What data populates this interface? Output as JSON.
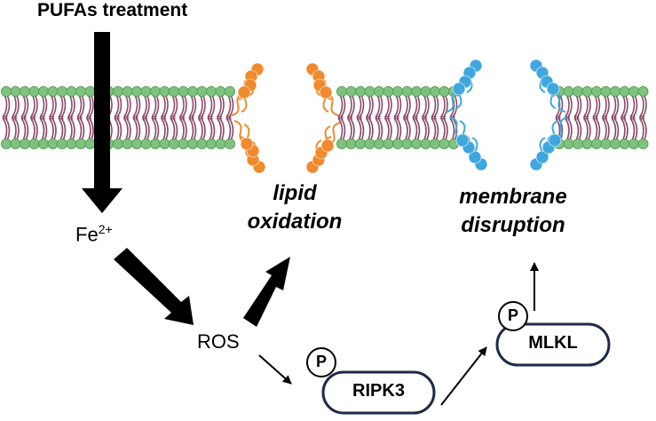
{
  "diagram": {
    "treatment_label": "PUFAs treatment",
    "iron_label": "Fe",
    "iron_charge": "2+",
    "ros_label": "ROS",
    "lipid_oxidation_line1": "lipid",
    "lipid_oxidation_line2": "oxidation",
    "membrane_disruption_line1": "membrane",
    "membrane_disruption_line2": "disruption",
    "ripk3_label": "RIPK3",
    "mlkl_label": "MLKL",
    "phospho_ripk3": "P",
    "phospho_mlkl": "P"
  },
  "colors": {
    "membrane_head": "#7fc27f",
    "membrane_tail": "#8a4a6a",
    "oxidized_lipid": "#f08a2c",
    "disrupted_lipid": "#3fa7e0",
    "pill_border": "#1e2a4a",
    "arrow": "#000000"
  }
}
